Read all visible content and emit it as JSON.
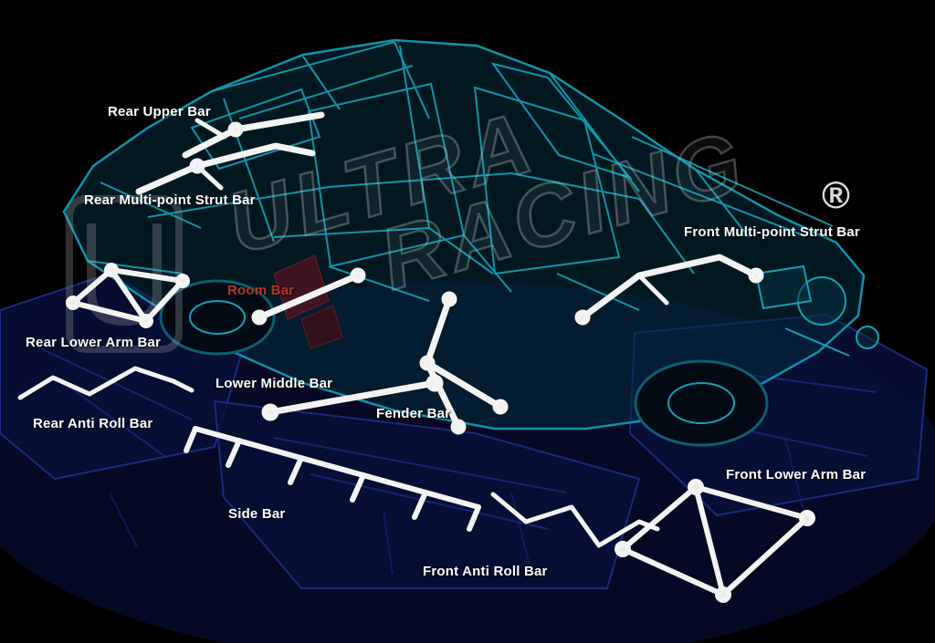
{
  "page": {
    "background": "#000000",
    "description_type": "car chassis strut-bar diagram"
  },
  "watermark": {
    "line1": "ULTRA",
    "line2": "RACING",
    "registered_mark": "®"
  },
  "colors": {
    "label": "#ffffff",
    "room_label": "#b4372b",
    "bar_white": "#f3f3f3",
    "frame_teal": "#0fa3b8",
    "underbody_navy": "#1f2f8c"
  },
  "labels": {
    "rear_upper": {
      "text": "Rear Upper Bar"
    },
    "rear_multi": {
      "text": "Rear Multi-point Strut Bar"
    },
    "room": {
      "text": "Room Bar"
    },
    "rear_lower_arm": {
      "text": "Rear Lower Arm Bar"
    },
    "lower_middle": {
      "text": "Lower Middle Bar"
    },
    "rear_anti_roll": {
      "text": "Rear Anti Roll Bar"
    },
    "fender": {
      "text": "Fender Bar"
    },
    "side": {
      "text": "Side Bar"
    },
    "front_anti_roll": {
      "text": "Front Anti Roll Bar"
    },
    "front_lower_arm": {
      "text": "Front Lower Arm Bar"
    },
    "front_multi": {
      "text": "Front Multi-point Strut Bar"
    }
  }
}
